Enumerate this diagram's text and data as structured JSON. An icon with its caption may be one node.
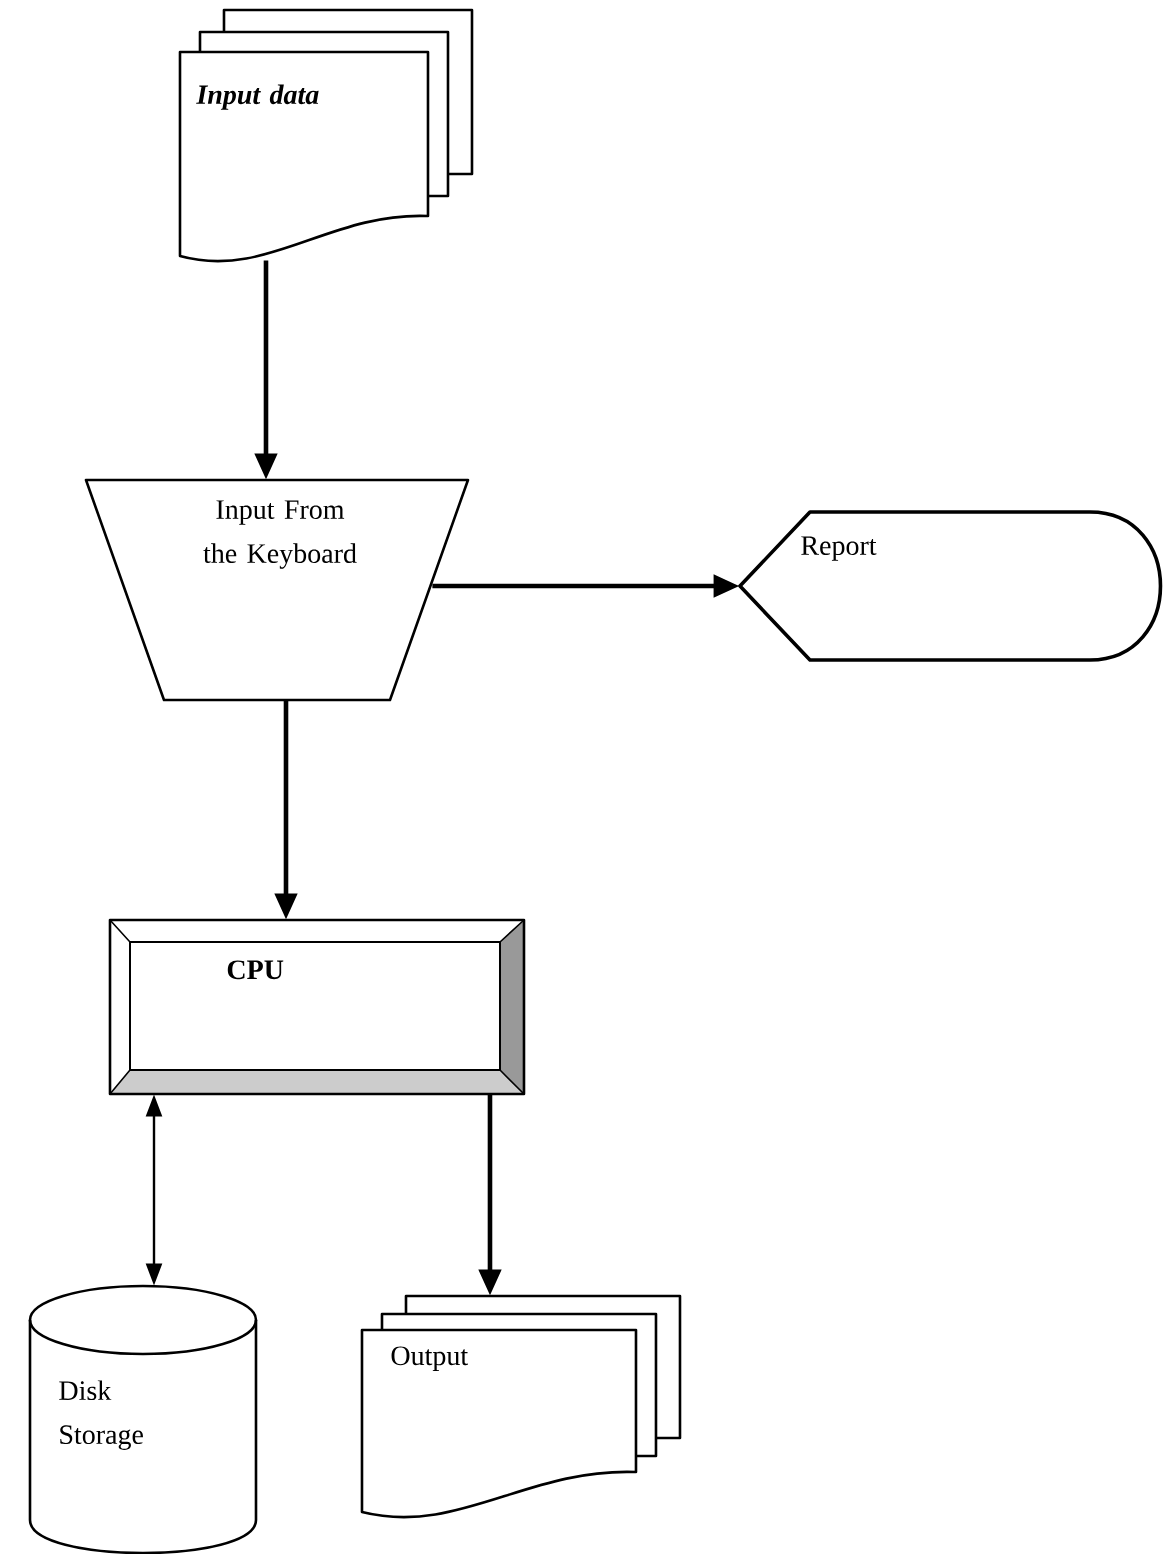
{
  "diagram": {
    "nodes": [
      {
        "text": [
          "Input data"
        ]
      },
      {
        "text": [
          "Input From the Keyboard"
        ]
      },
      {
        "text": [
          "Report"
        ]
      },
      {
        "text": [
          "CPU"
        ]
      },
      {
        "text": [
          "Disk Storage"
        ]
      },
      {
        "text": [
          "Output"
        ]
      }
    ],
    "edges": [
      {
        "from": 0,
        "to": 1,
        "arrow": "to"
      },
      {
        "from": 1,
        "to": 2,
        "arrow": "to"
      },
      {
        "from": 1,
        "to": 3,
        "arrow": "to"
      },
      {
        "from": 3,
        "to": 4,
        "arrow": "both"
      },
      {
        "from": 3,
        "to": 5,
        "arrow": "to"
      }
    ]
  }
}
